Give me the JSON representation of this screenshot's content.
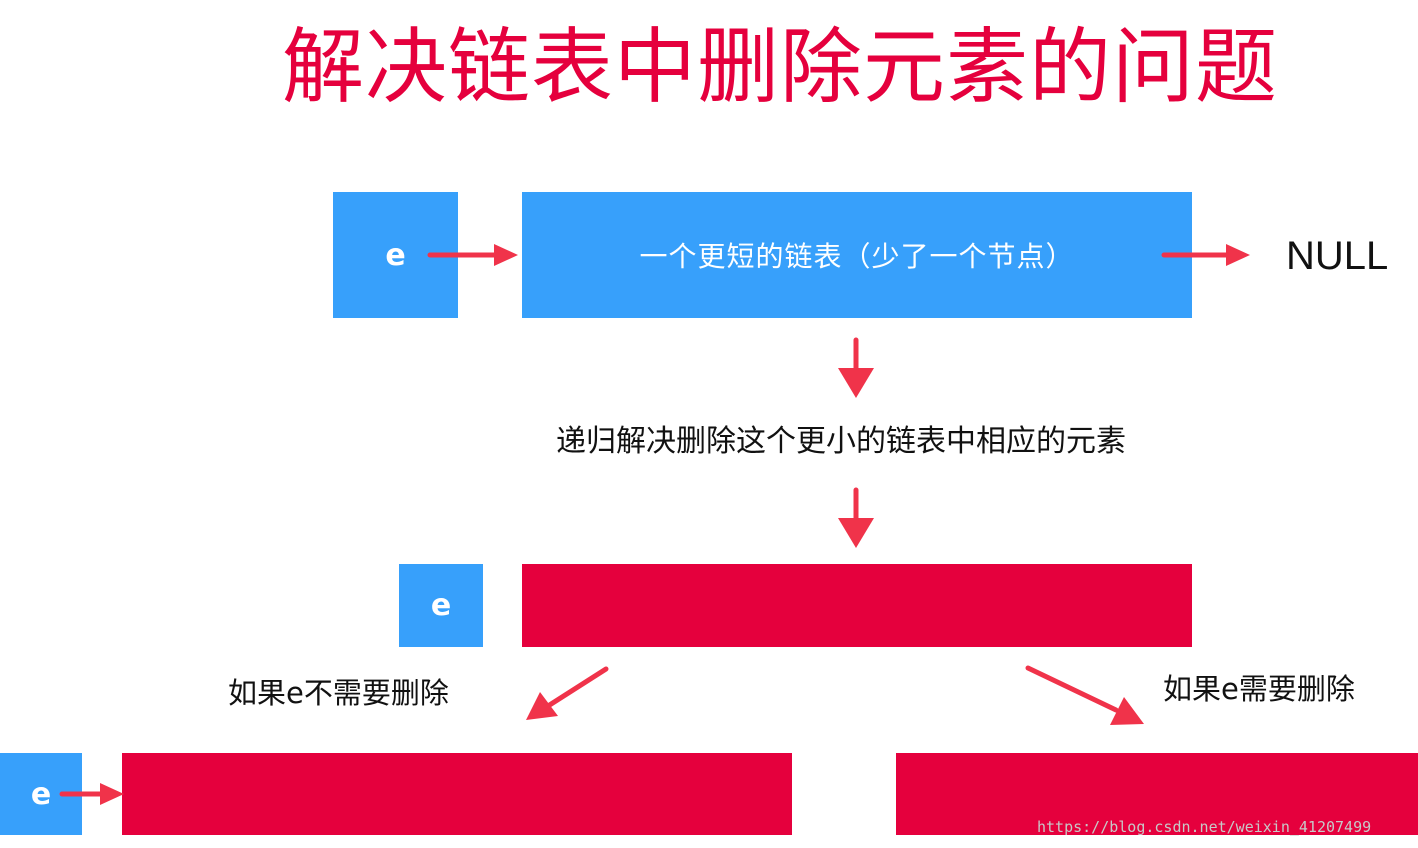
{
  "title": "解决链表中删除元素的问题",
  "top_row": {
    "node_label": "e",
    "list_label": "一个更短的链表（少了一个节点）",
    "end_label": "NULL"
  },
  "step_text": "递归解决删除这个更小的链表中相应的元素",
  "middle_row": {
    "node_label": "e"
  },
  "left_branch": {
    "condition": "如果e不需要删除",
    "node_label": "e"
  },
  "right_branch": {
    "condition": "如果e需要删除"
  },
  "watermark": "https://blog.csdn.net/weixin_41207499",
  "colors": {
    "blue": "#37a0fb",
    "red": "#e5003d",
    "arrow": "#f0334a"
  }
}
